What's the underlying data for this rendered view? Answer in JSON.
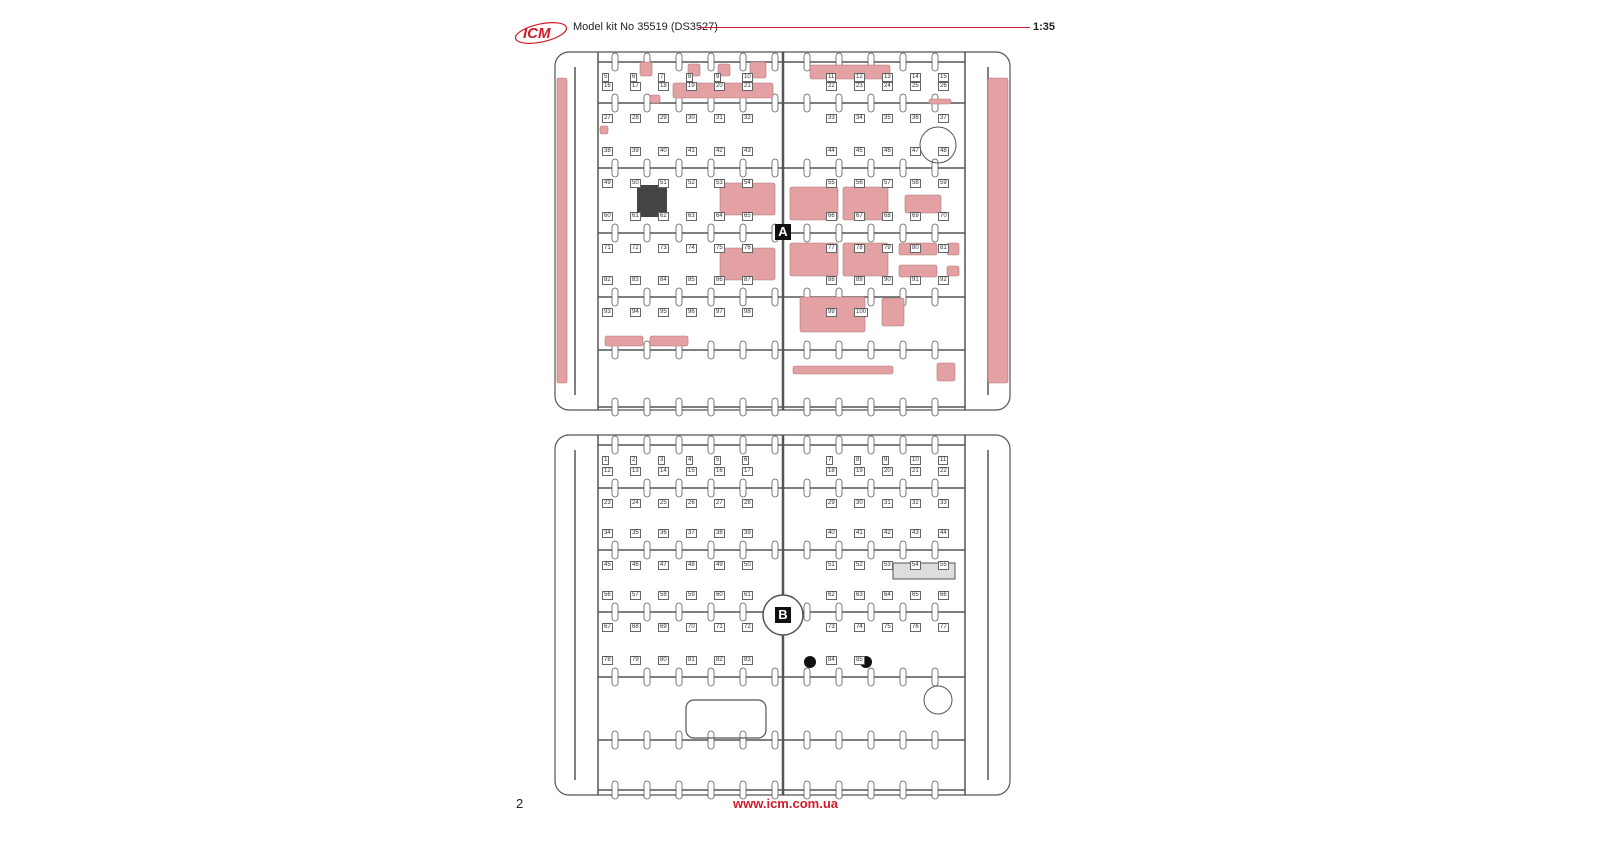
{
  "header": {
    "logo_text": "ICM",
    "title": "Model kit No 35519 (DS3527)",
    "scale": "1:35"
  },
  "colors": {
    "accent": "#d01c2a",
    "highlight_parts": "#e3a1a3",
    "line": "#555555"
  },
  "sprues": [
    {
      "label": "A",
      "part_numbers": [
        "5",
        "6",
        "7",
        "8",
        "9",
        "10",
        "11",
        "12",
        "13",
        "14",
        "15",
        "16",
        "17",
        "18",
        "19",
        "20",
        "21",
        "22",
        "23",
        "24",
        "25",
        "26",
        "27",
        "28",
        "29",
        "30",
        "31",
        "32",
        "33",
        "34",
        "35",
        "36",
        "37",
        "38",
        "39",
        "40",
        "41",
        "42",
        "43",
        "44",
        "45",
        "46",
        "47",
        "48",
        "49",
        "50",
        "51",
        "52",
        "53",
        "54",
        "55",
        "56",
        "57",
        "58",
        "59",
        "60",
        "61",
        "62",
        "63",
        "64",
        "65",
        "66",
        "67",
        "68",
        "69",
        "70",
        "71",
        "72",
        "73",
        "74",
        "75",
        "76",
        "77",
        "78",
        "79",
        "80",
        "81",
        "82",
        "83",
        "84",
        "85",
        "86",
        "87",
        "88",
        "89",
        "90",
        "91",
        "92",
        "93",
        "94",
        "95",
        "96",
        "97",
        "98",
        "99",
        "100"
      ]
    },
    {
      "label": "B",
      "part_numbers": [
        "1",
        "2",
        "3",
        "4",
        "5",
        "6",
        "7",
        "8",
        "9",
        "10",
        "11",
        "12",
        "13",
        "14",
        "15",
        "16",
        "17",
        "18",
        "19",
        "20",
        "21",
        "22",
        "23",
        "24",
        "25",
        "26",
        "27",
        "28",
        "29",
        "30",
        "31",
        "32",
        "33",
        "34",
        "35",
        "36",
        "37",
        "38",
        "39",
        "40",
        "41",
        "42",
        "43",
        "44",
        "45",
        "46",
        "47",
        "48",
        "49",
        "50",
        "51",
        "52",
        "53",
        "54",
        "55",
        "56",
        "57",
        "58",
        "59",
        "60",
        "61",
        "62",
        "63",
        "64",
        "65",
        "66",
        "67",
        "68",
        "69",
        "70",
        "71",
        "72",
        "73",
        "74",
        "75",
        "76",
        "77",
        "78",
        "79",
        "80",
        "81",
        "82",
        "83",
        "84",
        "85"
      ]
    }
  ],
  "footer": {
    "page_number": "2",
    "url": "www.icm.com.ua"
  }
}
